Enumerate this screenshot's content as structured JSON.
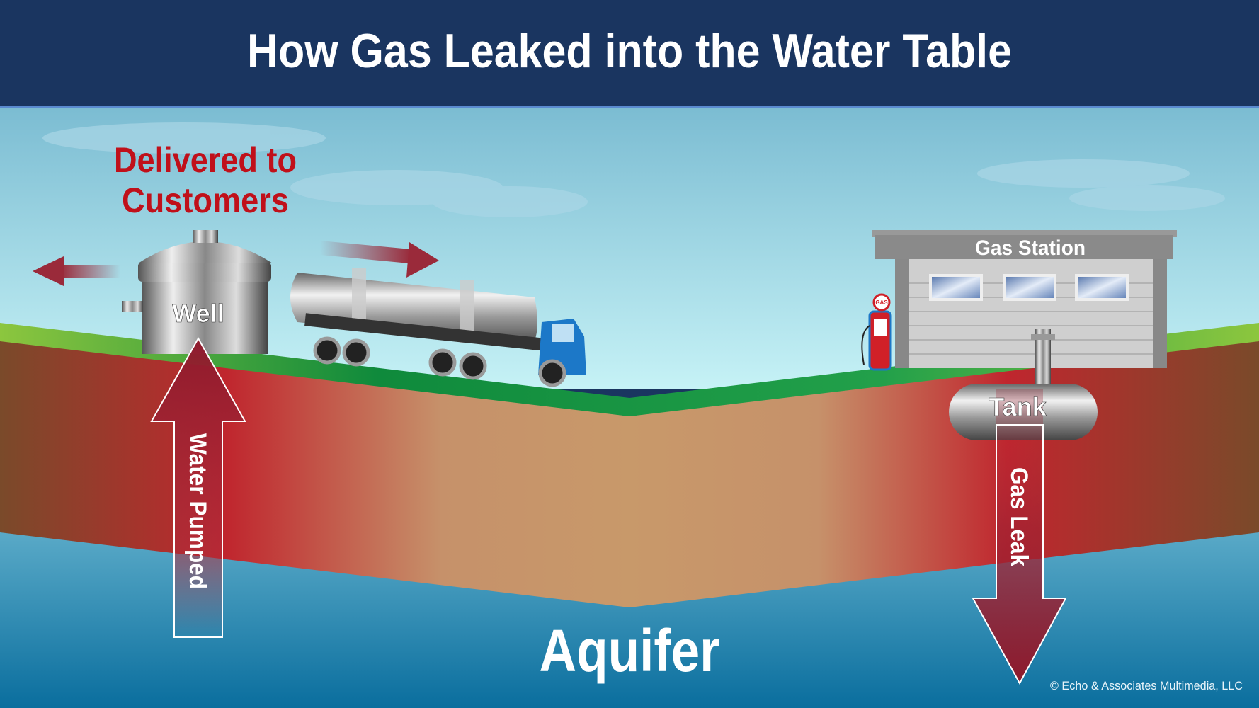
{
  "title": "How Gas Leaked into the Water Table",
  "labels": {
    "delivered_line1": "Delivered to",
    "delivered_line2": "Customers",
    "well": "Well",
    "water_pumped": "Water Pumped",
    "gas_station": "Gas Station",
    "pump_sign": "GAS",
    "tank": "Tank",
    "gas_leak": "Gas Leak",
    "aquifer": "Aquifer",
    "copyright": "© Echo & Associates Multimedia, LLC"
  },
  "colors": {
    "header": "#1a3560",
    "title_text": "#ffffff",
    "delivered_text": "#c0101a",
    "arrow_red": "#8e1a2c",
    "grass": "#22a04a",
    "aquifer": "#1580b0"
  }
}
